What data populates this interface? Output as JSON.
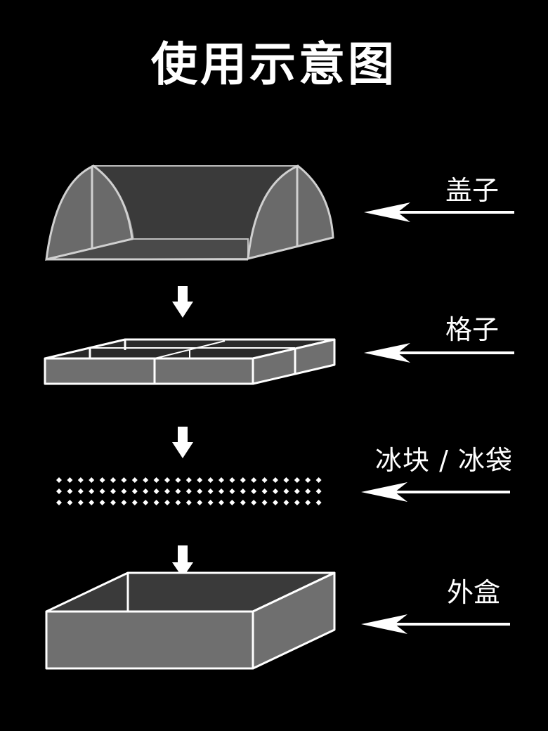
{
  "title": "使用示意图",
  "labels": {
    "lid": "盖子",
    "grid": "格子",
    "ice": "冰块 / 冰袋",
    "outer_box": "外盒"
  },
  "colors": {
    "background": "#000000",
    "foreground": "#ffffff",
    "fill_light": "#6f6f6f",
    "fill_dark": "#3d3d3d",
    "outline": "#c8c8c8"
  }
}
